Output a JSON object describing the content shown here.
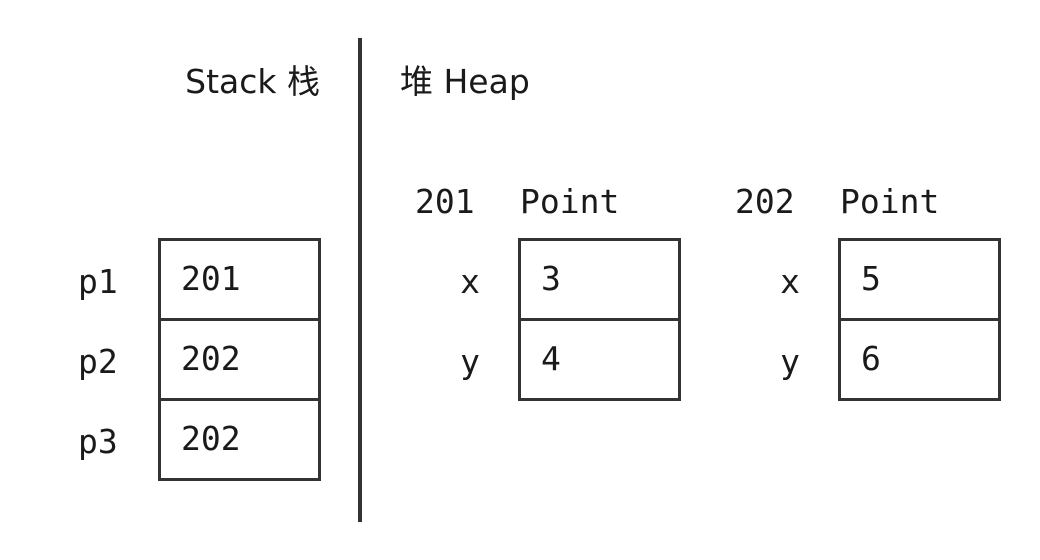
{
  "stack": {
    "title": "Stack 栈",
    "variables": [
      {
        "name": "p1",
        "value": "201"
      },
      {
        "name": "p2",
        "value": "202"
      },
      {
        "name": "p3",
        "value": "202"
      }
    ]
  },
  "heap": {
    "title": "堆 Heap",
    "objects": [
      {
        "address": "201",
        "type": "Point",
        "fields": [
          {
            "name": "x",
            "value": "3"
          },
          {
            "name": "y",
            "value": "4"
          }
        ]
      },
      {
        "address": "202",
        "type": "Point",
        "fields": [
          {
            "name": "x",
            "value": "5"
          },
          {
            "name": "y",
            "value": "6"
          }
        ]
      }
    ]
  },
  "colors": {
    "stroke": "#333333",
    "text": "#1a1a1a",
    "background": "#ffffff"
  }
}
